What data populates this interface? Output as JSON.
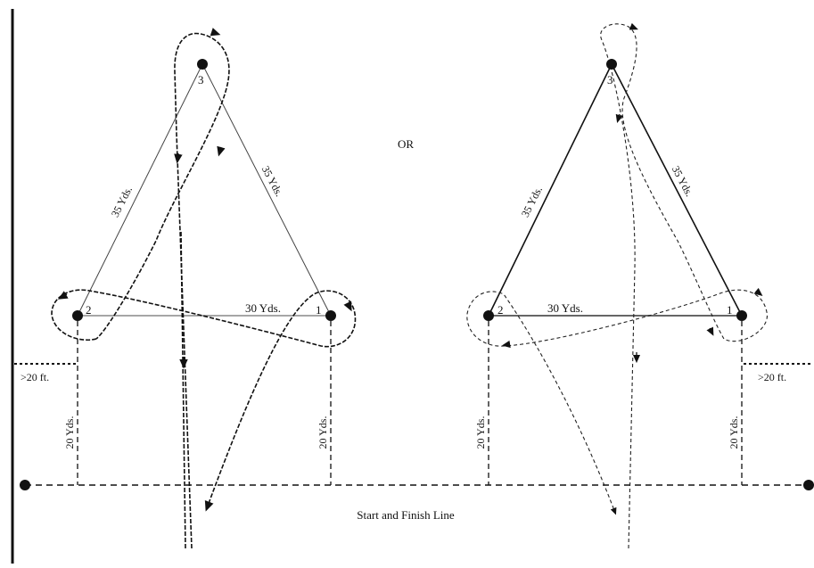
{
  "labels": {
    "or": "OR",
    "start_finish": "Start and Finish Line",
    "left": {
      "pin1": "1",
      "pin2": "2",
      "pin3": "3",
      "side_2_3": "35 Yds.",
      "side_1_3": "35 Yds.",
      "base": "30 Yds.",
      "offset_left": ">20 ft.",
      "dist_left": "20 Yds.",
      "dist_right": "20 Yds."
    },
    "right": {
      "pin1": "1",
      "pin2": "2",
      "pin3": "3",
      "side_2_3": "35 Yds.",
      "side_1_3": "35 Yds.",
      "base": "30 Yds.",
      "offset_right": ">20 ft.",
      "dist_left": "20 Yds.",
      "dist_right": "20 Yds."
    }
  },
  "colors": {
    "line": "#111111",
    "thin_line": "#555555"
  }
}
